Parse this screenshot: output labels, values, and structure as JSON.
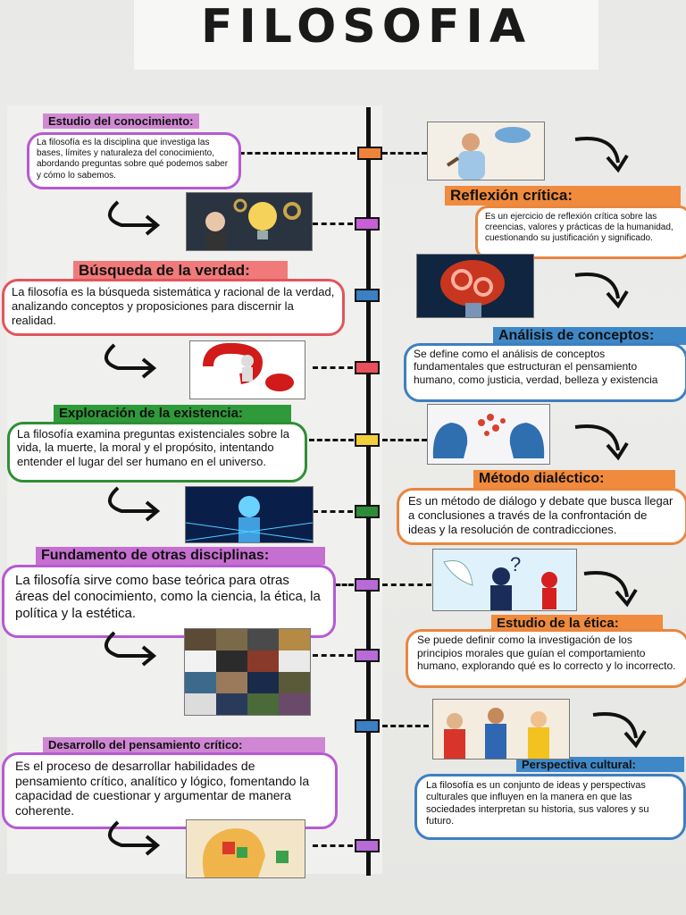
{
  "title": "FILOSOFIA",
  "sections": [
    {
      "heading": "Estudio del conocimiento:",
      "text": "La filosofía es la disciplina que investiga las bases, límites y naturaleza del conocimiento, abordando preguntas sobre qué podemos saber y cómo lo sabemos."
    },
    {
      "heading": "Reflexión crítica:",
      "text": "Es un ejercicio de reflexión crítica sobre las creencias, valores y prácticas de la humanidad, cuestionando su justificación y significado."
    },
    {
      "heading": "Búsqueda de la verdad:",
      "text": "La filosofía es la búsqueda sistemática y racional de la verdad, analizando conceptos y proposiciones para discernir la realidad."
    },
    {
      "heading": "Análisis de conceptos:",
      "text": "Se define como el análisis de conceptos fundamentales que estructuran el pensamiento humano, como justicia, verdad, belleza y existencia"
    },
    {
      "heading": "Exploración de la existencia:",
      "text": "La filosofía examina preguntas existenciales sobre la vida, la muerte, la moral y el propósito, intentando entender el lugar del ser humano en el universo."
    },
    {
      "heading": "Método dialéctico:",
      "text": "Es un método de diálogo y debate que busca llegar a conclusiones a través de la confrontación de ideas y la resolución de contradicciones."
    },
    {
      "heading": "Fundamento de otras disciplinas:",
      "text": "La filosofía sirve como base teórica para otras áreas del conocimiento, como la ciencia, la ética, la política y la estética."
    },
    {
      "heading": "Estudio de la ética:",
      "text": "Se puede definir como la investigación de los principios morales que guían el comportamiento humano, explorando qué es lo correcto y lo incorrecto."
    },
    {
      "heading": "Desarrollo del pensamiento crítico:",
      "text": "Es el proceso de desarrollar habilidades de pensamiento crítico, analítico y lógico, fomentando la capacidad de cuestionar y argumentar de manera coherente."
    },
    {
      "heading": "Perspectiva cultural:",
      "text": "La filosofía es un conjunto de ideas y perspectivas culturales que influyen en la manera en que las sociedades interpretan su historia, sus valores y su futuro."
    }
  ],
  "colors": {
    "timeline": "#111111",
    "markers": [
      "#f0833a",
      "#c85fd6",
      "#3b7fc4",
      "#e8505b",
      "#f2d03b",
      "#2e8b3a",
      "#b86ad6",
      "#b86ad6",
      "#3b7fc4",
      "#b86ad6"
    ],
    "heading_bg": [
      "#d08ad2",
      "#f08a3c",
      "#f07a7a",
      "#3f88c8",
      "#2e9a3a",
      "#f08a3c",
      "#c56fd0",
      "#f08a3c",
      "#cf87d4",
      "#3f88c8"
    ],
    "box_border": [
      "#b65ad2",
      "#e9863f",
      "#e2555c",
      "#3d7fc0",
      "#2f8f34",
      "#e9863f",
      "#b65ad2",
      "#e9863f",
      "#b65ad2",
      "#3d7fc0"
    ]
  },
  "images": [
    "thinking-man",
    "woman-lightbulb",
    "gear-brain",
    "red-question-mark",
    "heads-exchanging-ideas",
    "digital-human",
    "angel-devil-dilemma",
    "science-art-collage",
    "cultural-figures",
    "puzzle-head"
  ]
}
